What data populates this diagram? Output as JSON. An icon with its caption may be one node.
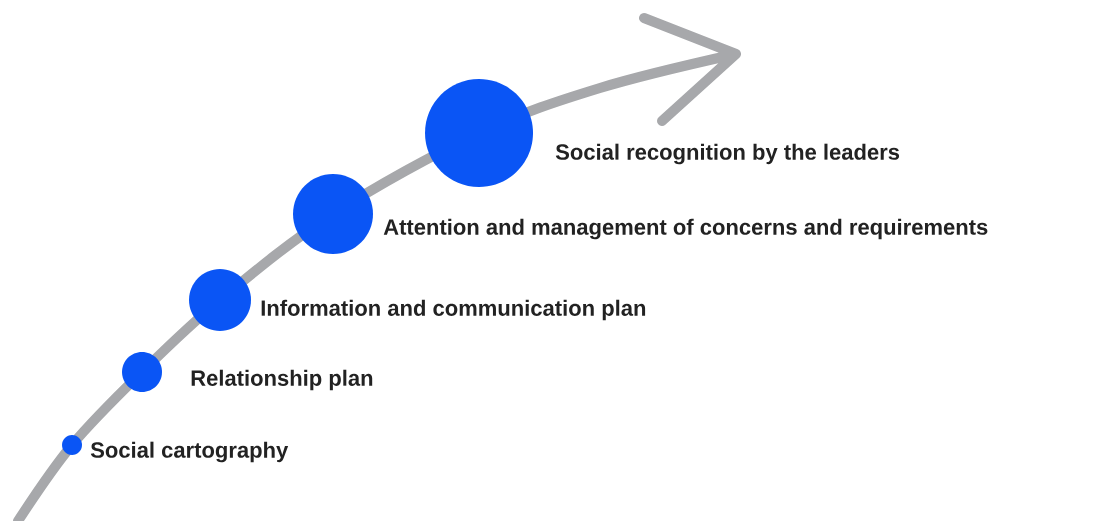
{
  "diagram": {
    "nodes": [
      {
        "text": [],
        "shape": "circle",
        "beside": [
          "Social cartography"
        ]
      },
      {
        "text": [],
        "shape": "circle",
        "beside": [
          "Relationship plan"
        ]
      },
      {
        "text": [],
        "shape": "circle",
        "beside": [
          "Information and communication plan"
        ]
      },
      {
        "text": [],
        "shape": "circle",
        "beside": [
          "Attention and management of concerns and requirements"
        ]
      },
      {
        "text": [],
        "shape": "circle",
        "beside": [
          "Social recognition by the leaders"
        ]
      }
    ]
  }
}
